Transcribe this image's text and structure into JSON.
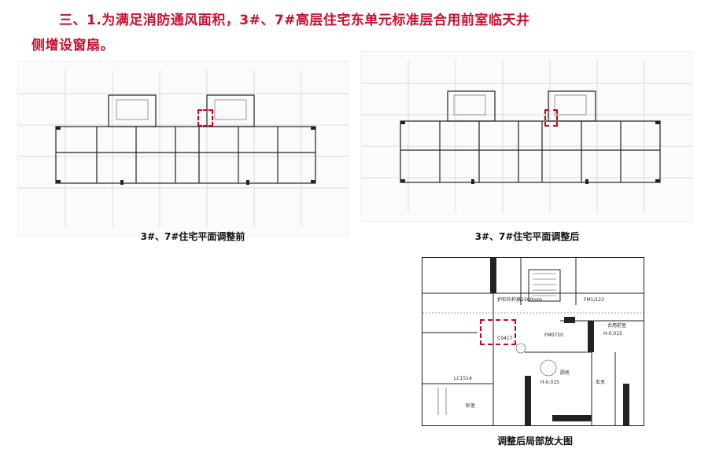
{
  "heading": {
    "line1": "三、1.为满足消防通风面积，3#、7#高层住宅东单元标准层合用前室临天井",
    "line2": "侧增设窗扇。"
  },
  "plans": {
    "before_caption": "3#、7#住宅平面调整前",
    "after_caption": "3#、7#住宅平面调整后",
    "detail_caption": "调整后局部放大图"
  },
  "detail_labels": {
    "room_shared_lobby": "合用前室",
    "room_bedroom": "卧室",
    "room_entrance": "玄关",
    "room_kitchen": "厨房",
    "door_fm1": "FM1/122",
    "door_fm2": "FM0720",
    "window_lc": "LC1514",
    "window_c": "C0417",
    "note": "护栏栏杆高1500mm",
    "elev1": "H-0.015",
    "elev2": "H-0.015"
  },
  "colors": {
    "heading": "#c8102e",
    "highlight": "#d0021b",
    "linework": "#222222"
  }
}
